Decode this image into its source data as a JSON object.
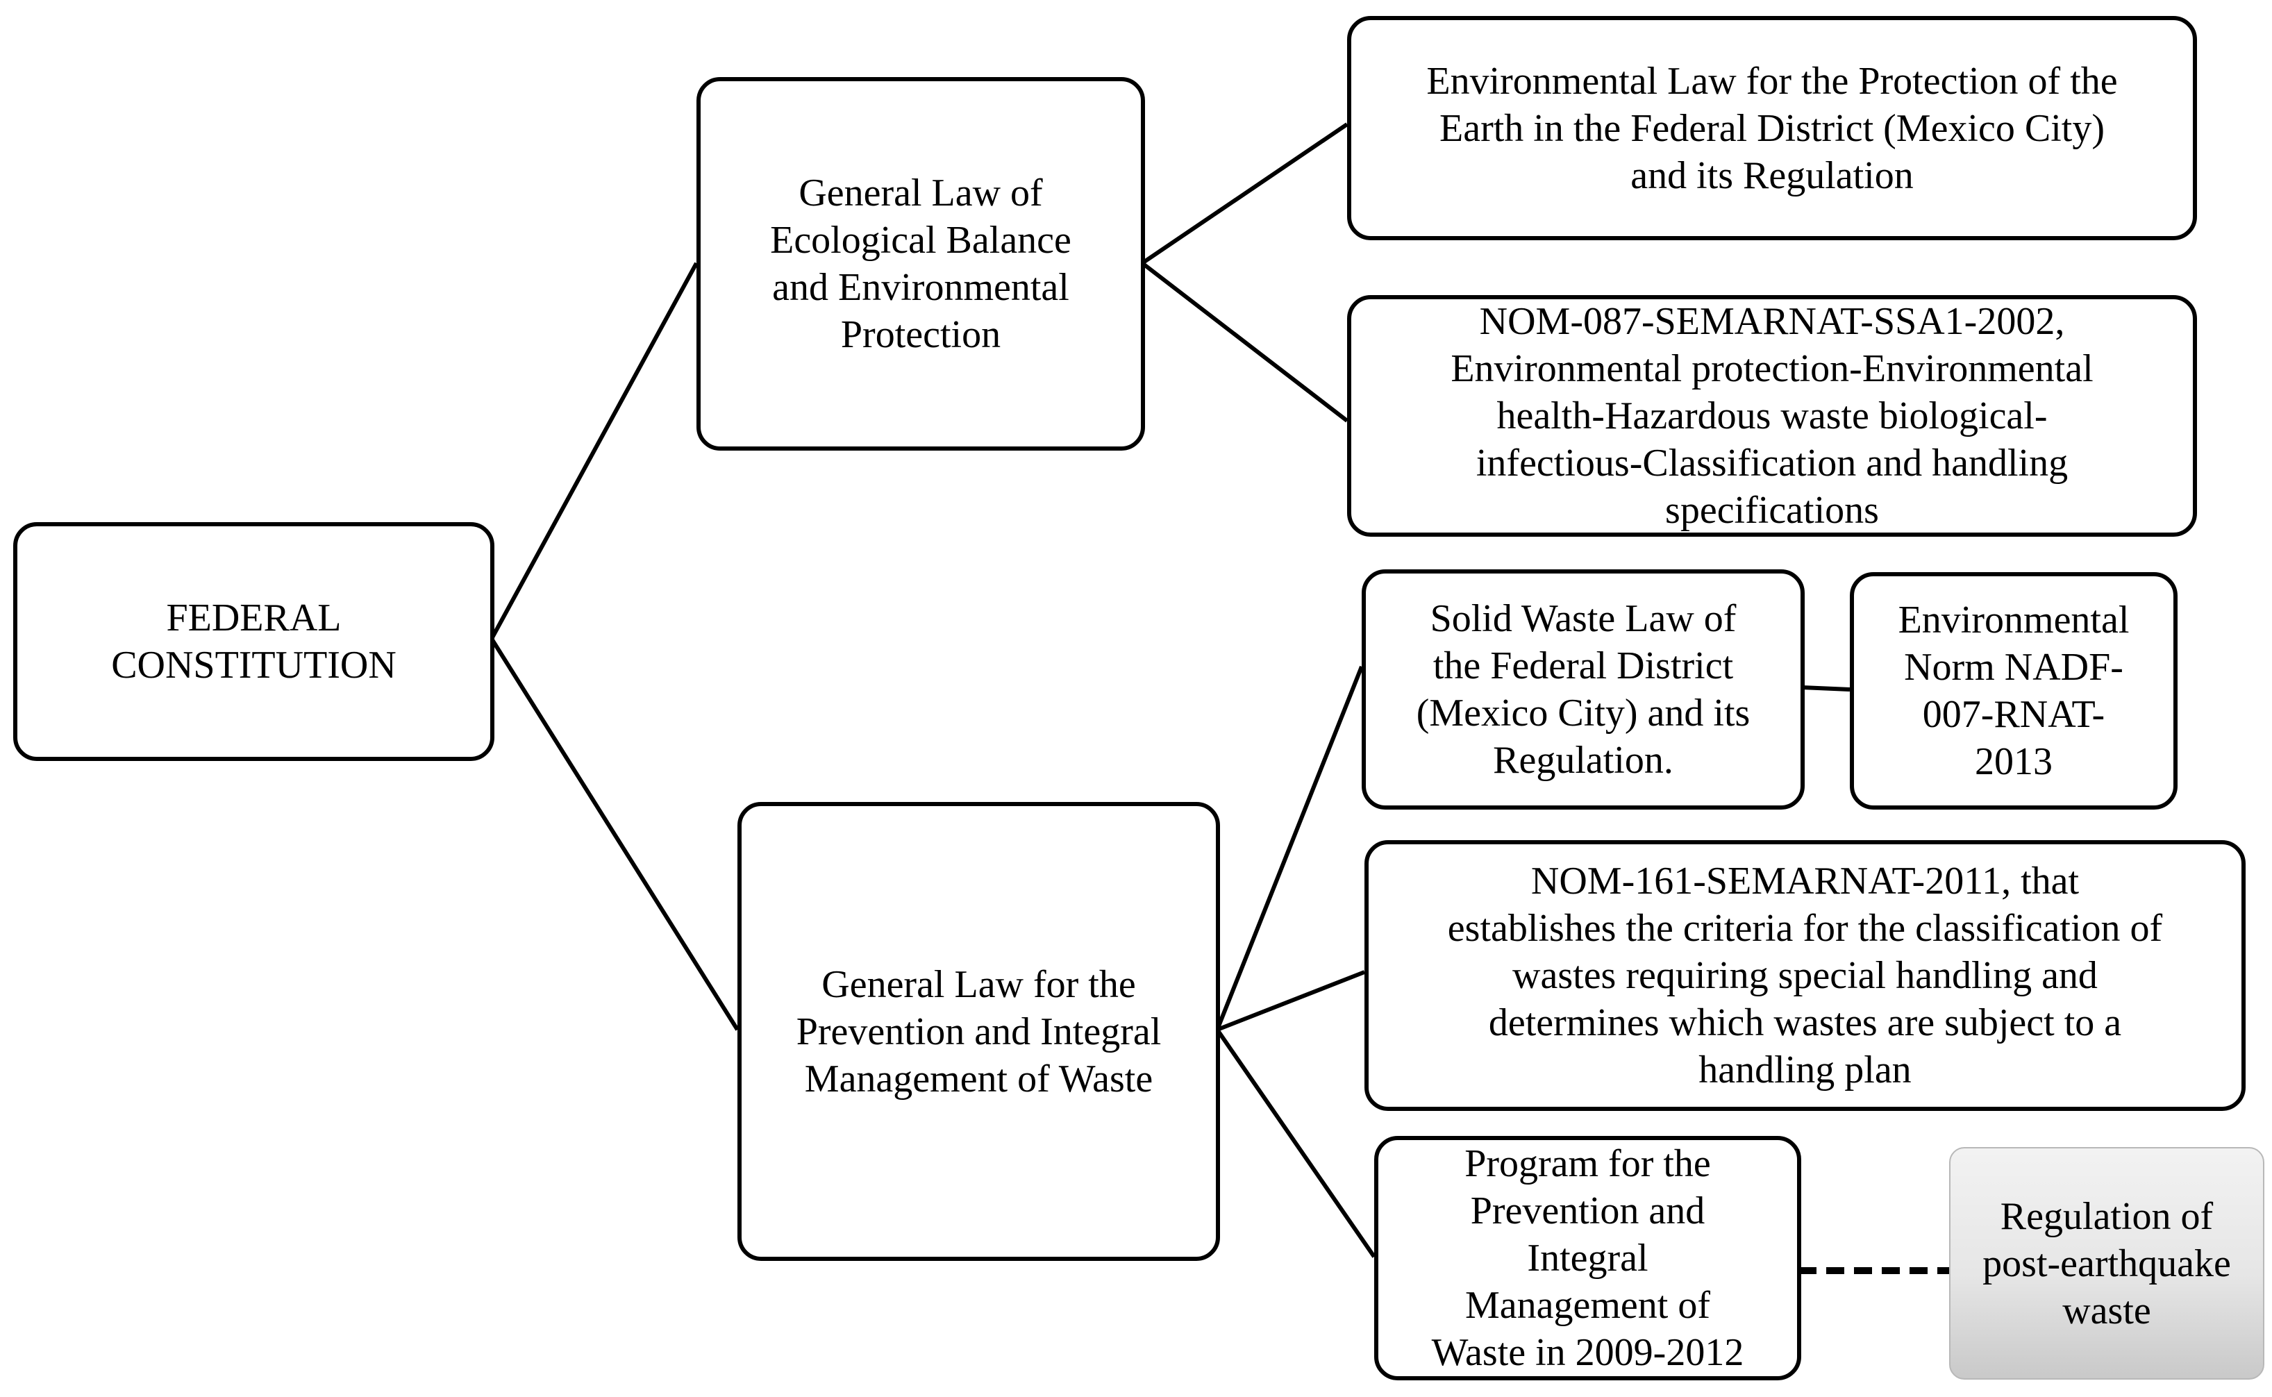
{
  "diagram": {
    "nodes": {
      "federal_constitution": "FEDERAL\nCONSTITUTION",
      "general_law_ecological": "General Law of\nEcological Balance\nand Environmental\nProtection",
      "general_law_waste": "General Law for the\nPrevention and Integral\nManagement of Waste",
      "environmental_law_earth": "Environmental Law for the Protection of the\nEarth in the Federal District (Mexico City)\nand its Regulation",
      "nom_087": "NOM-087-SEMARNAT-SSA1-2002,\nEnvironmental protection-Environmental\nhealth-Hazardous waste biological-\ninfectious-Classification and handling\nspecifications",
      "solid_waste_law": "Solid Waste Law of\nthe Federal District\n(Mexico City) and its\nRegulation.",
      "environmental_norm_nadf": "Environmental\nNorm NADF-\n007-RNAT-\n2013",
      "nom_161": "NOM-161-SEMARNAT-2011, that\nestablishes the criteria for the classification of\nwastes requiring special handling and\ndetermines which wastes are subject to a\nhandling plan",
      "program_prevention": "Program for the\nPrevention and\nIntegral\nManagement of\nWaste in 2009-2012",
      "regulation_post_earthquake": "Regulation of\npost-earthquake\nwaste"
    },
    "edges": [
      {
        "from": "federal_constitution",
        "to": "general_law_ecological",
        "style": "solid"
      },
      {
        "from": "federal_constitution",
        "to": "general_law_waste",
        "style": "solid"
      },
      {
        "from": "general_law_ecological",
        "to": "environmental_law_earth",
        "style": "solid"
      },
      {
        "from": "general_law_ecological",
        "to": "nom_087",
        "style": "solid"
      },
      {
        "from": "general_law_waste",
        "to": "solid_waste_law",
        "style": "solid"
      },
      {
        "from": "general_law_waste",
        "to": "nom_161",
        "style": "solid"
      },
      {
        "from": "general_law_waste",
        "to": "program_prevention",
        "style": "solid"
      },
      {
        "from": "solid_waste_law",
        "to": "environmental_norm_nadf",
        "style": "solid"
      },
      {
        "from": "program_prevention",
        "to": "regulation_post_earthquake",
        "style": "dashed"
      }
    ],
    "colors": {
      "stroke": "#000000",
      "background": "#ffffff",
      "shaded_node_fill": "#e6e6e6"
    }
  }
}
